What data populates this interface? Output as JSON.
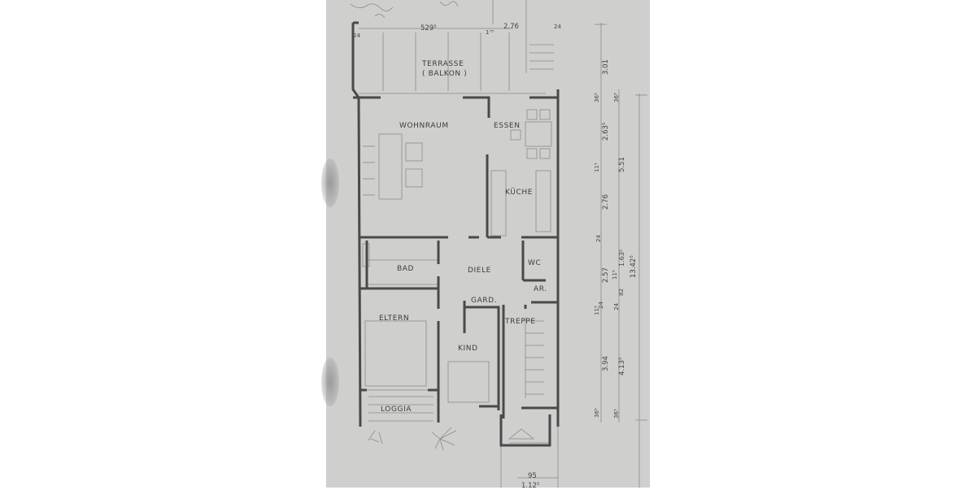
{
  "plan": {
    "rooms": {
      "terrasse": "TERRASSE",
      "balkon": "( BALKON )",
      "wohnraum": "WOHNRAUM",
      "essen": "ESSEN",
      "kueche": "KÜCHE",
      "bad": "BAD",
      "diele": "DIELE",
      "wc": "WC",
      "ar": "AR.",
      "gard": "GARD.",
      "treppe": "TREPPE",
      "eltern": "ELTERN",
      "kind": "KIND",
      "loggia": "LOGGIA"
    },
    "top_dimensions": {
      "terrasse_width": "529⁵",
      "small_1": "1⁷⁵",
      "level_mark": "2.76",
      "corner_left": "24",
      "corner_right": "24"
    },
    "right_dimensions_inner": [
      "3.01",
      "36⁵",
      "2.63⁵",
      "11⁵",
      "2.76",
      "24",
      "2.57",
      "11⁵",
      "24",
      "3.94",
      "36⁵"
    ],
    "right_dimensions_outer": [
      "36⁵",
      "5.51",
      "1.63⁵",
      "11⁵",
      "82",
      "24",
      "4.13⁵",
      "36⁵",
      "13.42⁵"
    ],
    "bottom_dimensions": [
      "95",
      "1.12⁵"
    ],
    "colors": {
      "paper": "#cfcfcd",
      "margin": "#ffffff",
      "wall": "#4a4a4a",
      "line": "#777777"
    }
  }
}
